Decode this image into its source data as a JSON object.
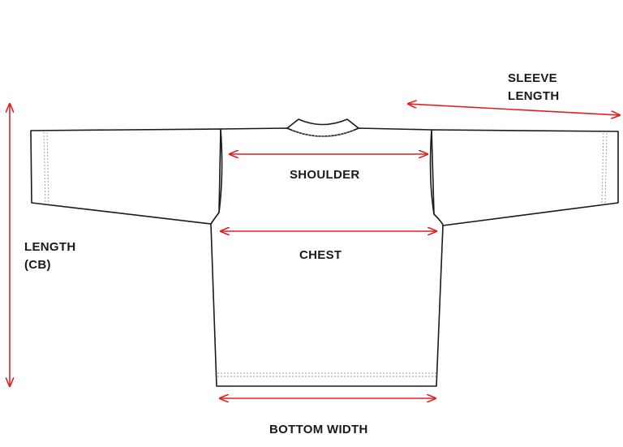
{
  "labels": {
    "sleeve_length": [
      "SLEEVE",
      "LENGTH"
    ],
    "length_cb": [
      "LENGTH",
      "(CB)"
    ],
    "shoulder": "SHOULDER",
    "chest": "CHEST",
    "bottom_width": "BOTTOM WIDTH"
  },
  "colors": {
    "arrow": "#e02020",
    "outline": "#1a1a1a",
    "stitch": "#9a9a9a",
    "text": "#1a1a1a"
  }
}
